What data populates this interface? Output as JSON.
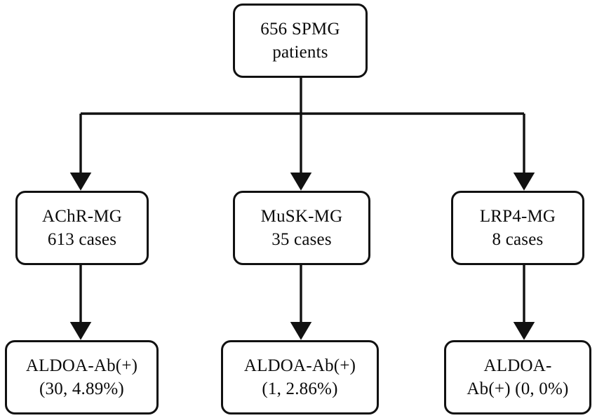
{
  "diagram": {
    "type": "flowchart",
    "orientation": "top-down",
    "background_color": "#ffffff",
    "stroke_color": "#111111",
    "text_color": "#0b0b0b",
    "nodes": [
      {
        "id": "root",
        "line1": "656 SPMG",
        "line2": "patients",
        "count": 656,
        "shape": "rounded-rectangle"
      },
      {
        "id": "achr",
        "line1": "AChR-MG",
        "line2": "613 cases",
        "count": 613,
        "shape": "rounded-rectangle"
      },
      {
        "id": "musk",
        "line1": "MuSK-MG",
        "line2": "35 cases",
        "count": 35,
        "shape": "rounded-rectangle"
      },
      {
        "id": "lrp4",
        "line1": "LRP4-MG",
        "line2": "8 cases",
        "count": 8,
        "shape": "rounded-rectangle"
      },
      {
        "id": "aldoa_achr",
        "line1": "ALDOA-Ab(+)",
        "line2": "(30, 4.89%)",
        "positive_count": 30,
        "positive_percent": "4.89%",
        "shape": "rounded-rectangle"
      },
      {
        "id": "aldoa_musk",
        "line1": "ALDOA-Ab(+)",
        "line2": "(1, 2.86%)",
        "positive_count": 1,
        "positive_percent": "2.86%",
        "shape": "rounded-rectangle"
      },
      {
        "id": "aldoa_lrp4",
        "line1": "ALDOA-",
        "line2": "Ab(+) (0, 0%)",
        "positive_count": 0,
        "positive_percent": "0%",
        "shape": "rounded-rectangle"
      }
    ],
    "edges": [
      {
        "from": "root",
        "to": "achr",
        "style": "elbow-arrow"
      },
      {
        "from": "root",
        "to": "musk",
        "style": "straight-arrow"
      },
      {
        "from": "root",
        "to": "lrp4",
        "style": "elbow-arrow"
      },
      {
        "from": "achr",
        "to": "aldoa_achr",
        "style": "straight-arrow"
      },
      {
        "from": "musk",
        "to": "aldoa_musk",
        "style": "straight-arrow"
      },
      {
        "from": "lrp4",
        "to": "aldoa_lrp4",
        "style": "straight-arrow"
      }
    ]
  }
}
